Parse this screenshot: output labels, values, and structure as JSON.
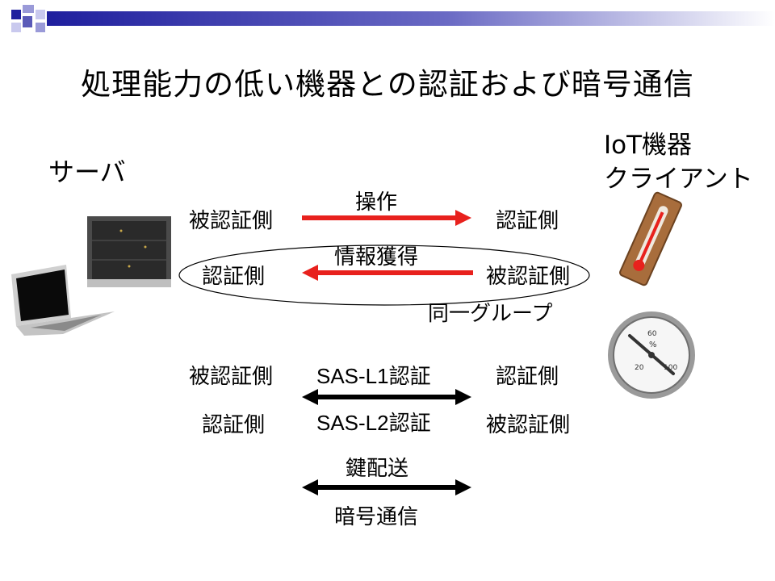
{
  "title": "処理能力の低い機器との認証および暗号通信",
  "server_label": "サーバ",
  "client_label_line1": "IoT機器",
  "client_label_line2": "クライアント",
  "rows": {
    "r1": {
      "left": "被認証側",
      "middle": "操作",
      "right": "認証側"
    },
    "r2": {
      "left": "認証側",
      "middle": "情報獲得",
      "right": "被認証側"
    },
    "group": "同一グループ",
    "sas": {
      "l1_left": "被認証側",
      "l1_middle": "SAS-L1認証",
      "l1_right": "認証側",
      "l2_left": "認証側",
      "l2_middle": "SAS-L2認証",
      "l2_right": "被認証側"
    },
    "key": {
      "top": "鍵配送",
      "bottom": "暗号通信"
    }
  },
  "icons": {
    "laptop": "laptop-icon",
    "server": "server-icon",
    "thermometer": "thermometer-icon",
    "gauge": "hygrometer-gauge-icon"
  },
  "gauge_ticks": [
    "20",
    "60",
    "100"
  ],
  "gauge_unit": "%",
  "colors": {
    "accent_red": "#e8211d",
    "header_blue": "#1f1f9e",
    "arrow_black": "#000000"
  }
}
